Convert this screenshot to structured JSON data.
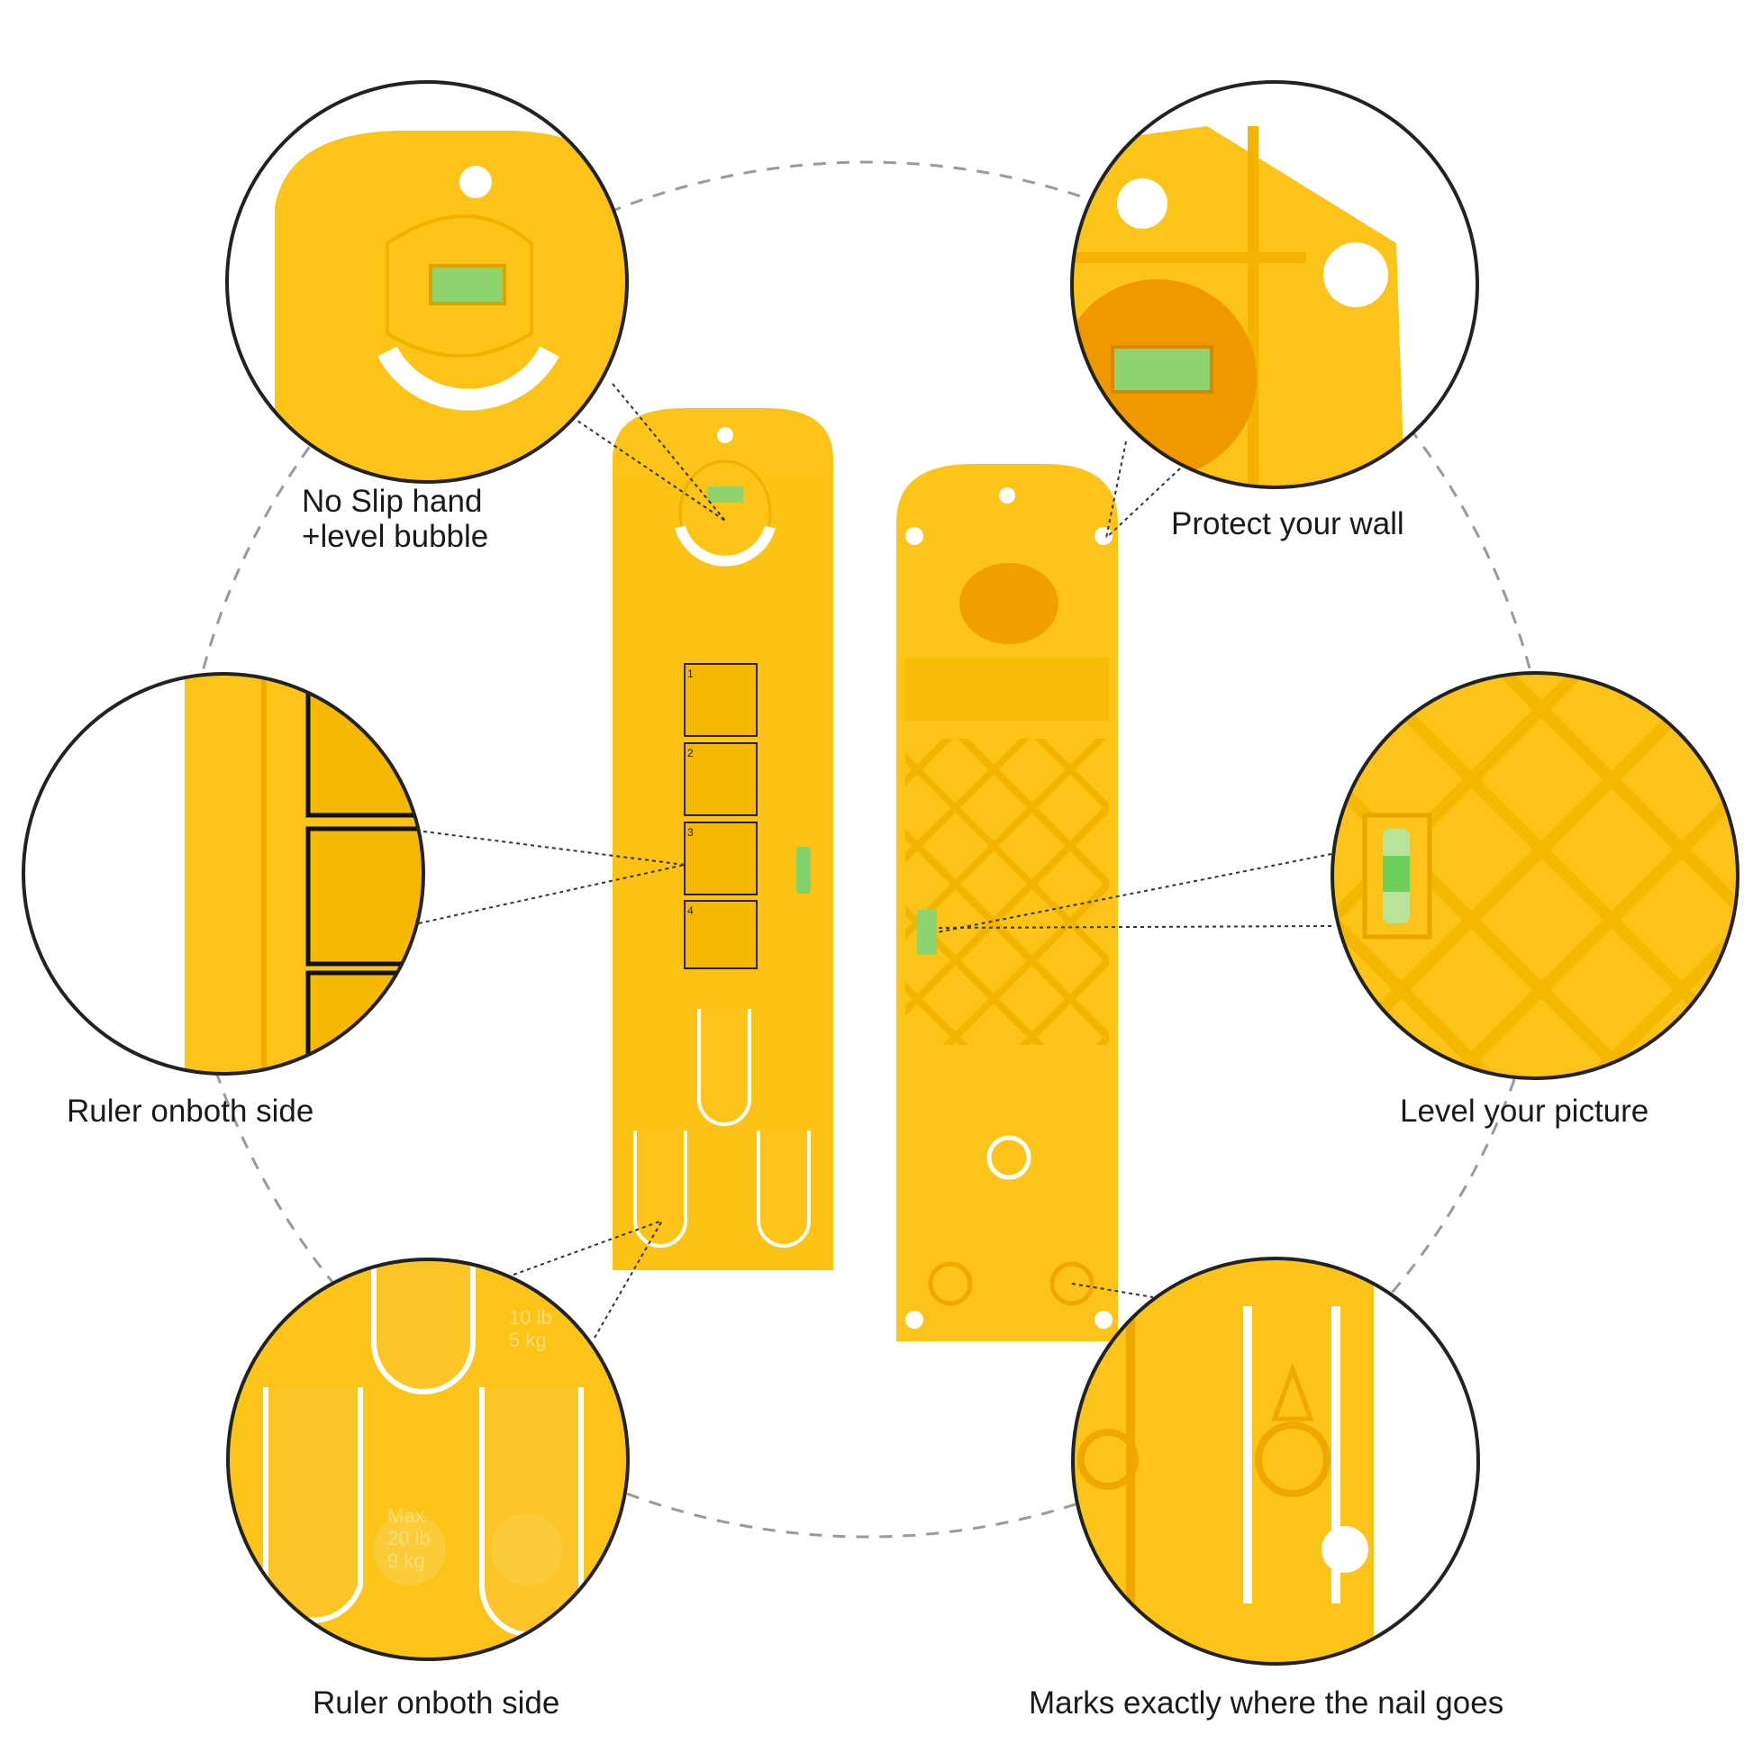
{
  "callouts": {
    "no_slip_line1": "No Slip hand",
    "no_slip_line2": "+level bubble",
    "protect_wall": "Protect your wall",
    "ruler_side_left": "Ruler onboth side",
    "level_picture": "Level your picture",
    "ruler_side_bottom": "Ruler onboth side",
    "nail_marks": "Marks exactly where the nail goes"
  },
  "embossed": {
    "top_load_1": "10 lb",
    "top_load_2": "5 kg",
    "max_label": "Max",
    "max_lb": "20 lb",
    "max_kg": "9 kg"
  },
  "instruction_steps": [
    "1",
    "2",
    "3",
    "4"
  ],
  "colors": {
    "tool_yellow": "#fcc419",
    "tool_shadow": "#f0ab00",
    "bubble_green": "#7fd26b",
    "circle_border": "#222222",
    "dash_circle": "#9a9a9a"
  }
}
